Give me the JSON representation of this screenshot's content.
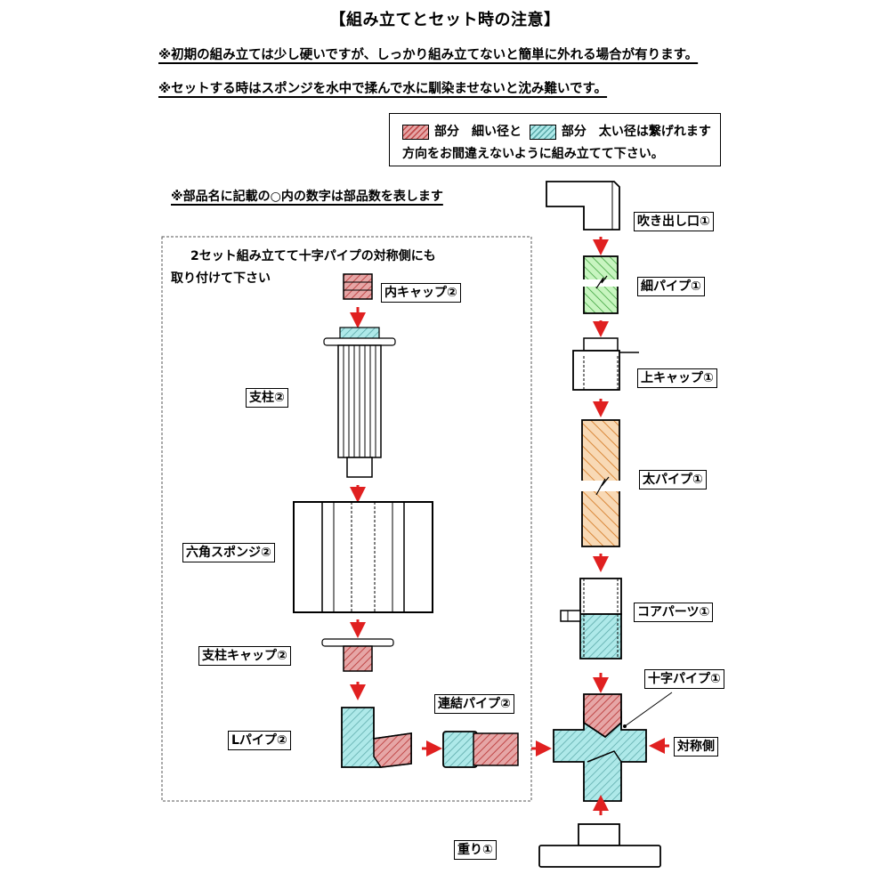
{
  "header": {
    "title": "【組み立てとセット時の注意】",
    "notes": [
      "※初期の組み立ては少し硬いですが、しっかり組み立てないと簡単に外れる場合が有ります。",
      "※セットする時はスポンジを水中で揉んで水に馴染ませないと沈み難いです。"
    ]
  },
  "legend": {
    "row1_a": "部分　細い径と",
    "row1_b": "部分　太い径は繋げれます",
    "row2": "方向をお間違えないように組み立てて下さい。",
    "colors": {
      "thin_diameter": "#c04848",
      "thick_diameter": "#5aa8a8"
    }
  },
  "parts_note": "※部品名に記載の○内の数字は部品数を表します",
  "left_assembly": {
    "instruction_line1": "2セット組み立てて十字パイプの対称側にも",
    "instruction_line2": "取り付けて下さい",
    "parts": {
      "inner_cap": "内キャップ②",
      "support_pillar": "支柱②",
      "hex_sponge": "六角スポンジ②",
      "pillar_cap": "支柱キャップ②",
      "l_pipe": "Lパイプ②",
      "connector_pipe": "連結パイプ②"
    }
  },
  "right_assembly": {
    "parts": {
      "outlet": "吹き出し口①",
      "thin_pipe": "細パイプ①",
      "top_cap": "上キャップ①",
      "thick_pipe": "太パイプ①",
      "core_parts": "コアパーツ①",
      "cross_pipe": "十字パイプ①",
      "symmetric_side": "対称側",
      "weight": "重り①"
    }
  },
  "colors": {
    "arrow": "#e02020",
    "red_part_fill": "#e6a6a6",
    "cyan_part_fill": "#aee9e9",
    "green_part_fill": "#b8f0b0",
    "orange_part_fill": "#f5c89a"
  }
}
